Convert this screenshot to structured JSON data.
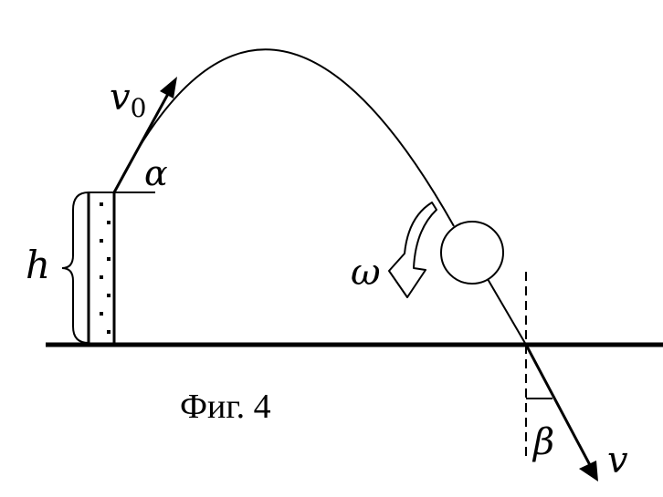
{
  "labels": {
    "v0_base": "v",
    "v0_sub": "0",
    "alpha": "α",
    "h": "h",
    "omega": "ω",
    "beta": "β",
    "v": "v"
  },
  "caption": "Фиг. 4",
  "colors": {
    "ink": "#000000",
    "background": "#ffffff"
  }
}
